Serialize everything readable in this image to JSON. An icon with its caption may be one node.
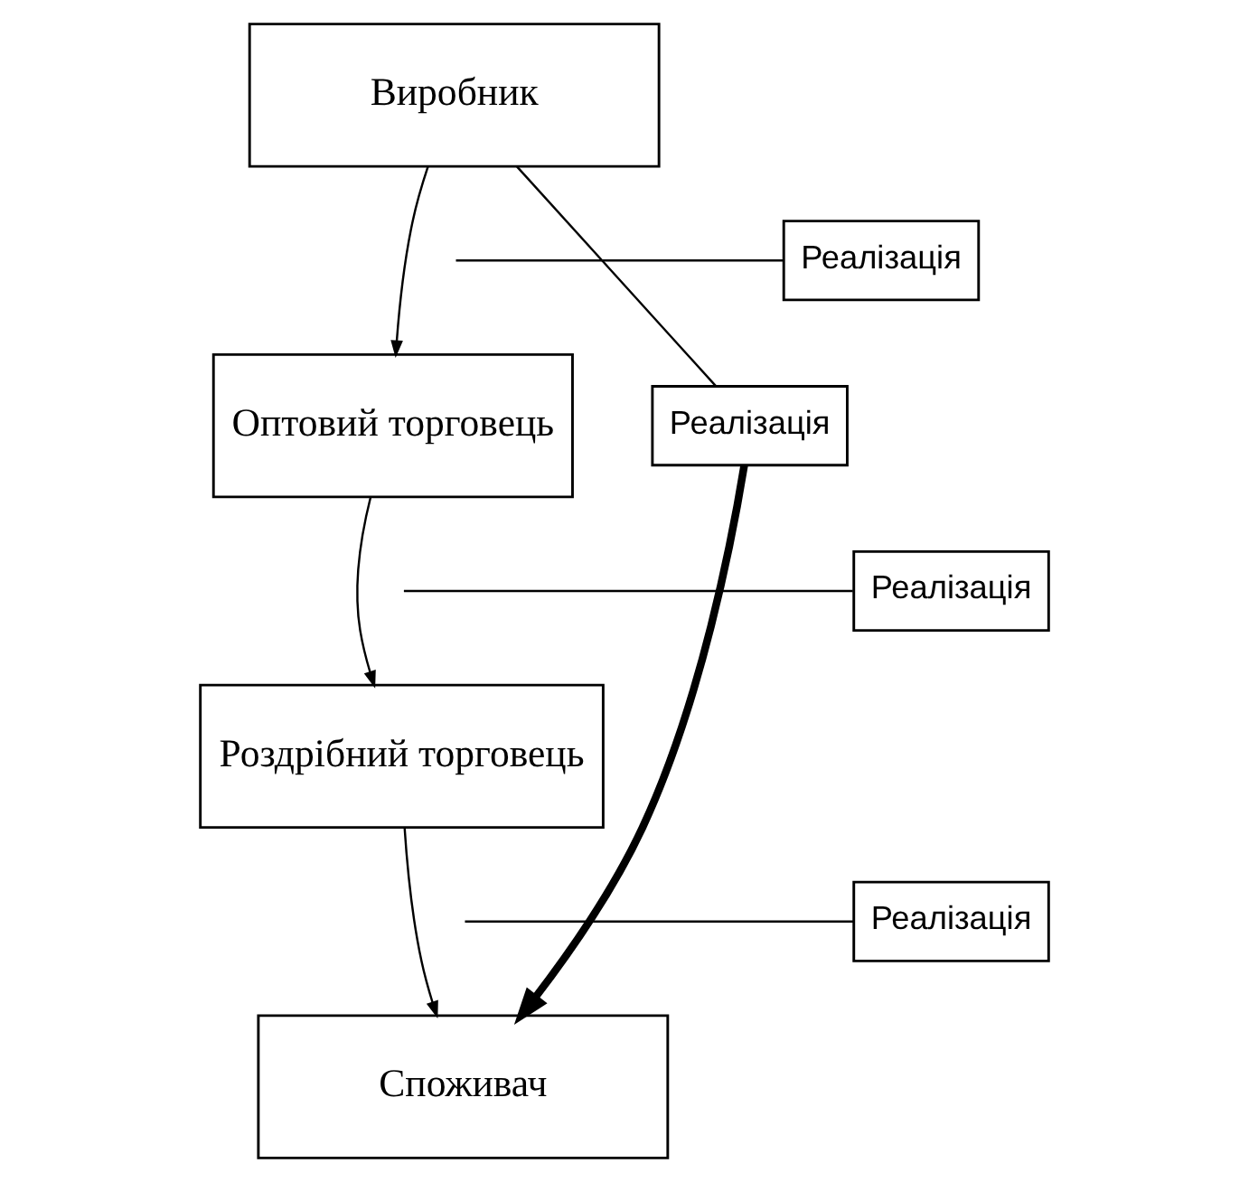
{
  "diagram": {
    "nodes": [
      {
        "text": [
          "Виробник"
        ]
      },
      {
        "text": [
          "Оптовий торговець"
        ]
      },
      {
        "text": [
          "Роздрібний торговець"
        ]
      },
      {
        "text": [
          "Споживач"
        ]
      },
      {
        "text": [
          "Реалізація"
        ]
      },
      {
        "text": [
          "Реалізація"
        ]
      },
      {
        "text": [
          "Реалізація"
        ]
      },
      {
        "text": [
          "Реалізація"
        ]
      }
    ],
    "edges": [
      {
        "from": 0,
        "to": 1,
        "arrow": "to"
      },
      {
        "from": 1,
        "to": 2,
        "arrow": "to"
      },
      {
        "from": 2,
        "to": 3,
        "arrow": "to"
      },
      {
        "from": 0,
        "to": 7,
        "arrow": "none"
      },
      {
        "from": 7,
        "to": 3,
        "arrow": "to",
        "style": "thick"
      },
      {
        "from": 4,
        "to": null,
        "arrow": "none"
      },
      {
        "from": 5,
        "to": null,
        "arrow": "none"
      },
      {
        "from": 6,
        "to": null,
        "arrow": "none"
      }
    ]
  }
}
